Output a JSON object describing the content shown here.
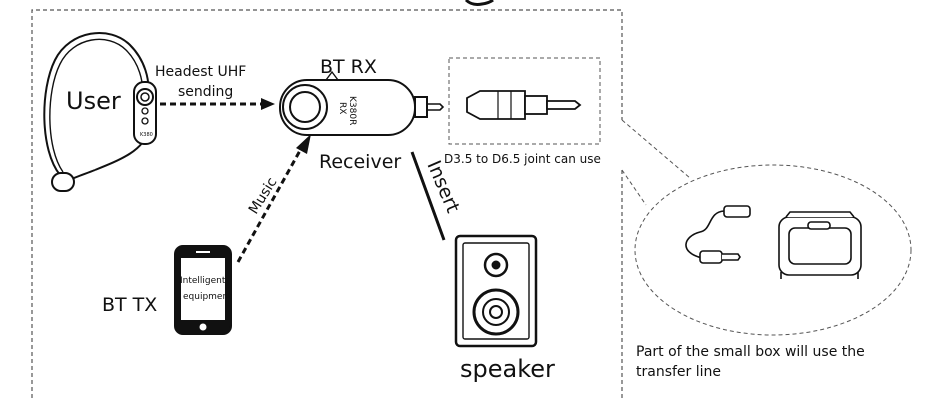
{
  "labels": {
    "user": "User",
    "uhf_line1": "Headest UHF",
    "uhf_line2": "sending",
    "bt_rx": "BT  RX",
    "device_model_1": "K380R",
    "device_model_2": "RX",
    "receiver": "Receiver",
    "insert": "Insert",
    "music": "Music",
    "joint_note": "D3.5 to D6.5 joint can use",
    "phone_line1": "Intelligent",
    "phone_line2": "equipment",
    "bt_tx": "BT  TX",
    "speaker": "speaker",
    "transfer_line1": "Part of the small box will use the",
    "transfer_line2": "transfer line"
  },
  "colors": {
    "stroke": "#111111",
    "dash": "#555555",
    "background": "#ffffff"
  }
}
